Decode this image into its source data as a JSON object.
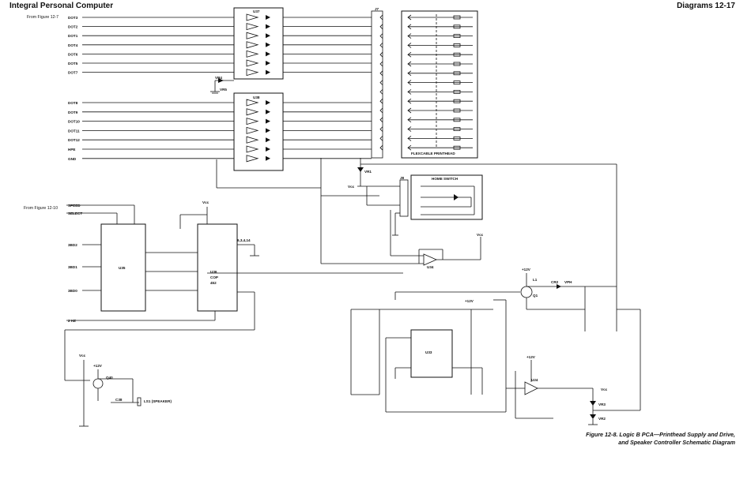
{
  "header": {
    "left": "Integral Personal Computer",
    "right": "Diagrams  12-17"
  },
  "notes": {
    "from_12_7": "From Figure 12-7",
    "from_12_10": "From Figure 12-10"
  },
  "signals": {
    "u37_inputs": [
      "DOT3",
      "DOT2",
      "DOT1",
      "DOT4",
      "DOT6",
      "DOT5",
      "DOT7"
    ],
    "u38_inputs": [
      "DOT8",
      "DOT9",
      "DOT10",
      "DOT11",
      "DOT12",
      "HPE",
      "GND"
    ],
    "left_lower": [
      "SPEED",
      "SELECT",
      "3BD2",
      "3BD1",
      "3BD0",
      "2 HZ"
    ]
  },
  "parts": {
    "u37": "U37",
    "u38": "U38",
    "j7": "J7",
    "j8": "J8",
    "printhead": "FLEXCABLE  PRINTHEAD",
    "home_switch": "HOME SWITCH",
    "u35": "U35",
    "u36": "U36",
    "cop_num": "U36",
    "cop_name": "COP",
    "cop_code": "452",
    "u34": "U34",
    "u33": "U33",
    "u24": "U24",
    "q1": "Q1",
    "l1": "L1",
    "vr1": "VR1",
    "vr2": "VR2",
    "vr3": "VR3",
    "vr4": "VR4",
    "vr5": "VR5",
    "cr2": "CR2",
    "vph": "VPH",
    "gnd_pins": "6,3,4,14",
    "ls1": "LS1 (SPEAKER)",
    "q40": "Q40",
    "c38": "C38"
  },
  "supplies": {
    "vcc": "Vcc",
    "p12v": "+12V"
  },
  "caption": [
    "Figure 12-8. Logic B PCA—Printhead Supply and Drive,",
    "and Speaker Controller Schematic Diagram"
  ]
}
